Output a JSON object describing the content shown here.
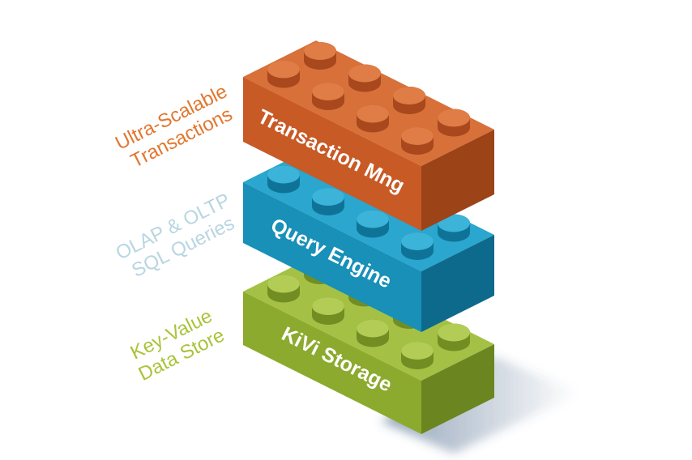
{
  "colors": {
    "orange": "#c85a26",
    "blue": "#1890b8",
    "green": "#8caa2e",
    "label_orange": "#e1772f",
    "label_blue": "#b8d6e2",
    "label_green": "#a9c33a"
  },
  "layers": [
    {
      "name": "Transaction Mng",
      "description_lines": [
        "Ultra-Scalable",
        "Transactions"
      ],
      "color_key": "orange"
    },
    {
      "name": "Query Engine",
      "description_lines": [
        "OLAP & OLTP",
        "SQL Queries"
      ],
      "color_key": "blue"
    },
    {
      "name": "KiVi Storage",
      "description_lines": [
        "Key-Value",
        "Data Store"
      ],
      "color_key": "green"
    }
  ]
}
